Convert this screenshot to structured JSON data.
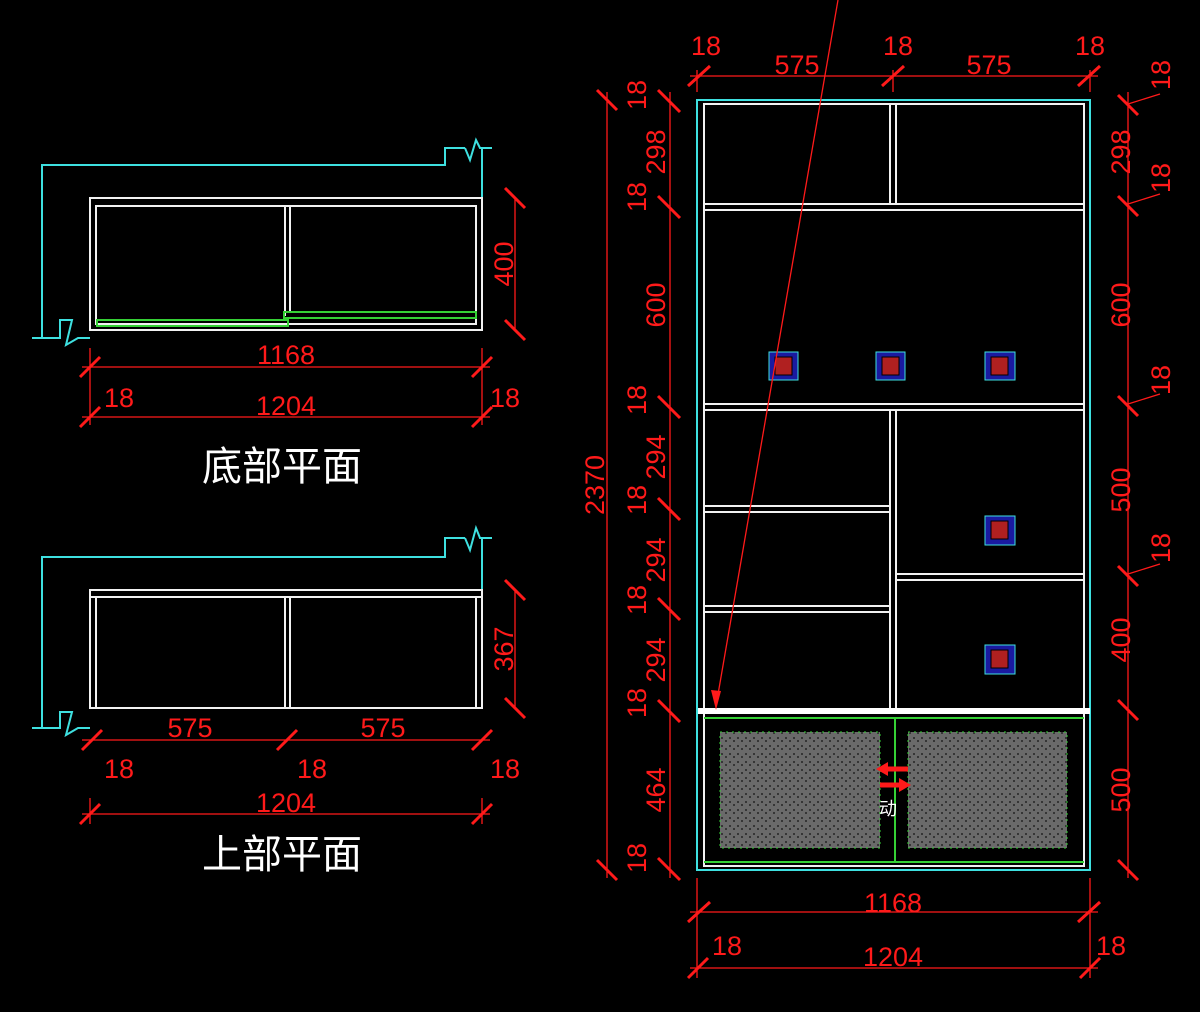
{
  "colors": {
    "background": "#000000",
    "dimension": "#ff1a1a",
    "wall": "#3ee0e0",
    "panel": "#f2f2f2",
    "door": "#35d035",
    "door_fill": "#6a6a6a"
  },
  "bottom_plan": {
    "title": "底部平面",
    "depth": "400",
    "inner_width": "1168",
    "total_width": "1204",
    "side_left": "18",
    "side_right": "18"
  },
  "top_plan": {
    "title": "上部平面",
    "depth": "367",
    "bay_left": "575",
    "bay_right": "575",
    "side_left": "18",
    "side_mid": "18",
    "side_right": "18",
    "total_width": "1204"
  },
  "elevation": {
    "top": {
      "t1": "18",
      "bay1": "575",
      "t2": "18",
      "bay2": "575",
      "t3": "18"
    },
    "total_height": "2370",
    "left": [
      "18",
      "298",
      "18",
      "600",
      "18",
      "294",
      "18",
      "294",
      "18",
      "294",
      "18",
      "464",
      "18"
    ],
    "right": [
      "18",
      "298",
      "18",
      "600",
      "18",
      "500",
      "18",
      "400",
      "500"
    ],
    "inner_width": "1168",
    "total_width": "1204",
    "side_left": "18",
    "side_right": "18",
    "door_label": "动"
  }
}
